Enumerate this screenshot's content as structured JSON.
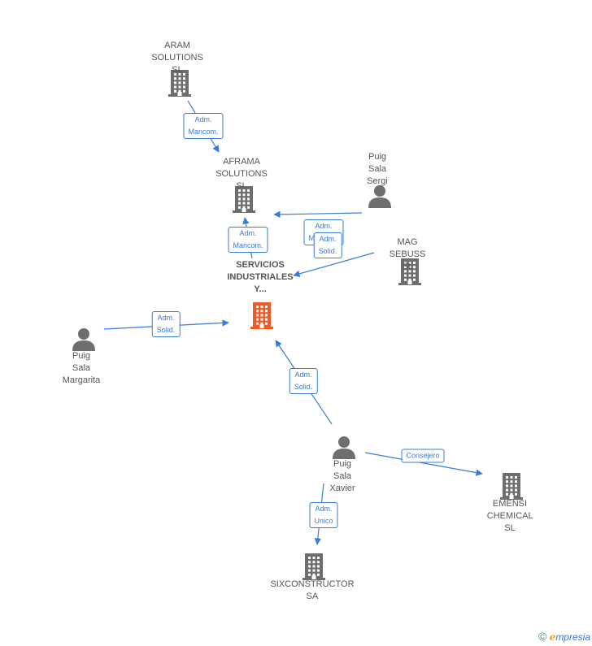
{
  "colors": {
    "edge": "#3a7bd5",
    "company": "#6e6e6e",
    "person": "#6e6e6e",
    "focus": "#f05a28"
  },
  "nodes": [
    {
      "id": "aram",
      "type": "company",
      "label": "ARAM\nSOLUTIONS SL"
    },
    {
      "id": "aframa",
      "type": "company",
      "label": "AFRAMA\nSOLUTIONS  SL"
    },
    {
      "id": "servicios",
      "type": "company-focus",
      "label": "SERVICIOS\nINDUSTRIALES\nY..."
    },
    {
      "id": "sergi",
      "type": "person",
      "label": "Puig Sala\nSergi"
    },
    {
      "id": "magsebuss",
      "type": "company",
      "label": "MAG SEBUSS SL"
    },
    {
      "id": "margarita",
      "type": "person",
      "label": "Puig Sala\nMargarita"
    },
    {
      "id": "xavier",
      "type": "person",
      "label": "Puig Sala\nXavier"
    },
    {
      "id": "emensi",
      "type": "company",
      "label": "EMENSI\nCHEMICAL  SL"
    },
    {
      "id": "sixconstructor",
      "type": "company",
      "label": "SIXCONSTRUCTOR SA"
    }
  ],
  "edges": [
    {
      "from": "aram",
      "to": "aframa",
      "label": "Adm.\nMancom."
    },
    {
      "from": "servicios",
      "to": "aframa",
      "label": "Adm.\nMancom."
    },
    {
      "from": "sergi",
      "to": "aframa",
      "label": "Adm.\nMancom."
    },
    {
      "from": "magsebuss",
      "to": "servicios",
      "label": "Adm.\nSolid."
    },
    {
      "from": "margarita",
      "to": "servicios",
      "label": "Adm.\nSolid."
    },
    {
      "from": "xavier",
      "to": "servicios",
      "label": "Adm.\nSolid."
    },
    {
      "from": "xavier",
      "to": "emensi",
      "label": "Consejero"
    },
    {
      "from": "xavier",
      "to": "sixconstructor",
      "label": "Adm.\nUnico"
    }
  ],
  "footer": {
    "copyright": "©",
    "brand_first": "e",
    "brand_rest": "mpresia"
  }
}
